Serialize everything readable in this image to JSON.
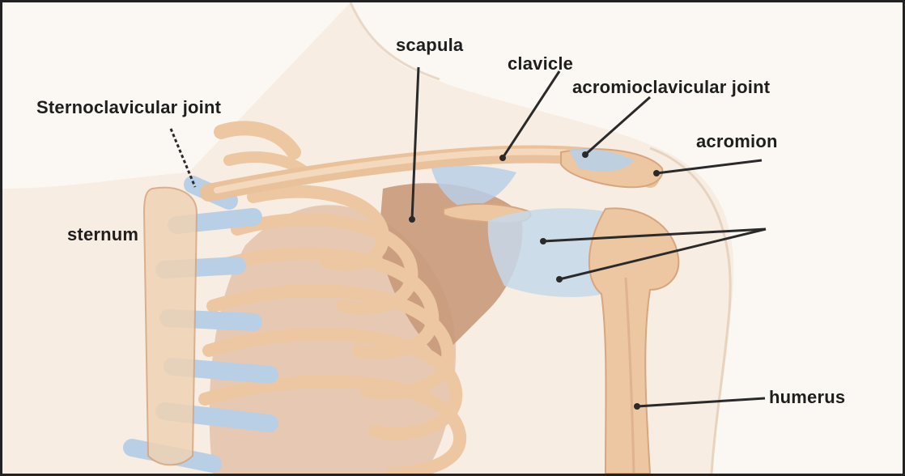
{
  "labels": {
    "sternoclavicular": "Sternoclavicular joint",
    "scapula": "scapula",
    "clavicle": "clavicle",
    "acromioclavicular": "acromioclavicular joint",
    "acromion": "acromion",
    "sternum": "sternum",
    "humerus": "humerus"
  },
  "colors": {
    "bone": "#ecc7a2",
    "bone_shadow": "#d7a57e",
    "cartilage": "#b9cfe6",
    "scapula": "#c9997a",
    "skin": "#f8ede2",
    "leader": "#2a2a2a"
  }
}
